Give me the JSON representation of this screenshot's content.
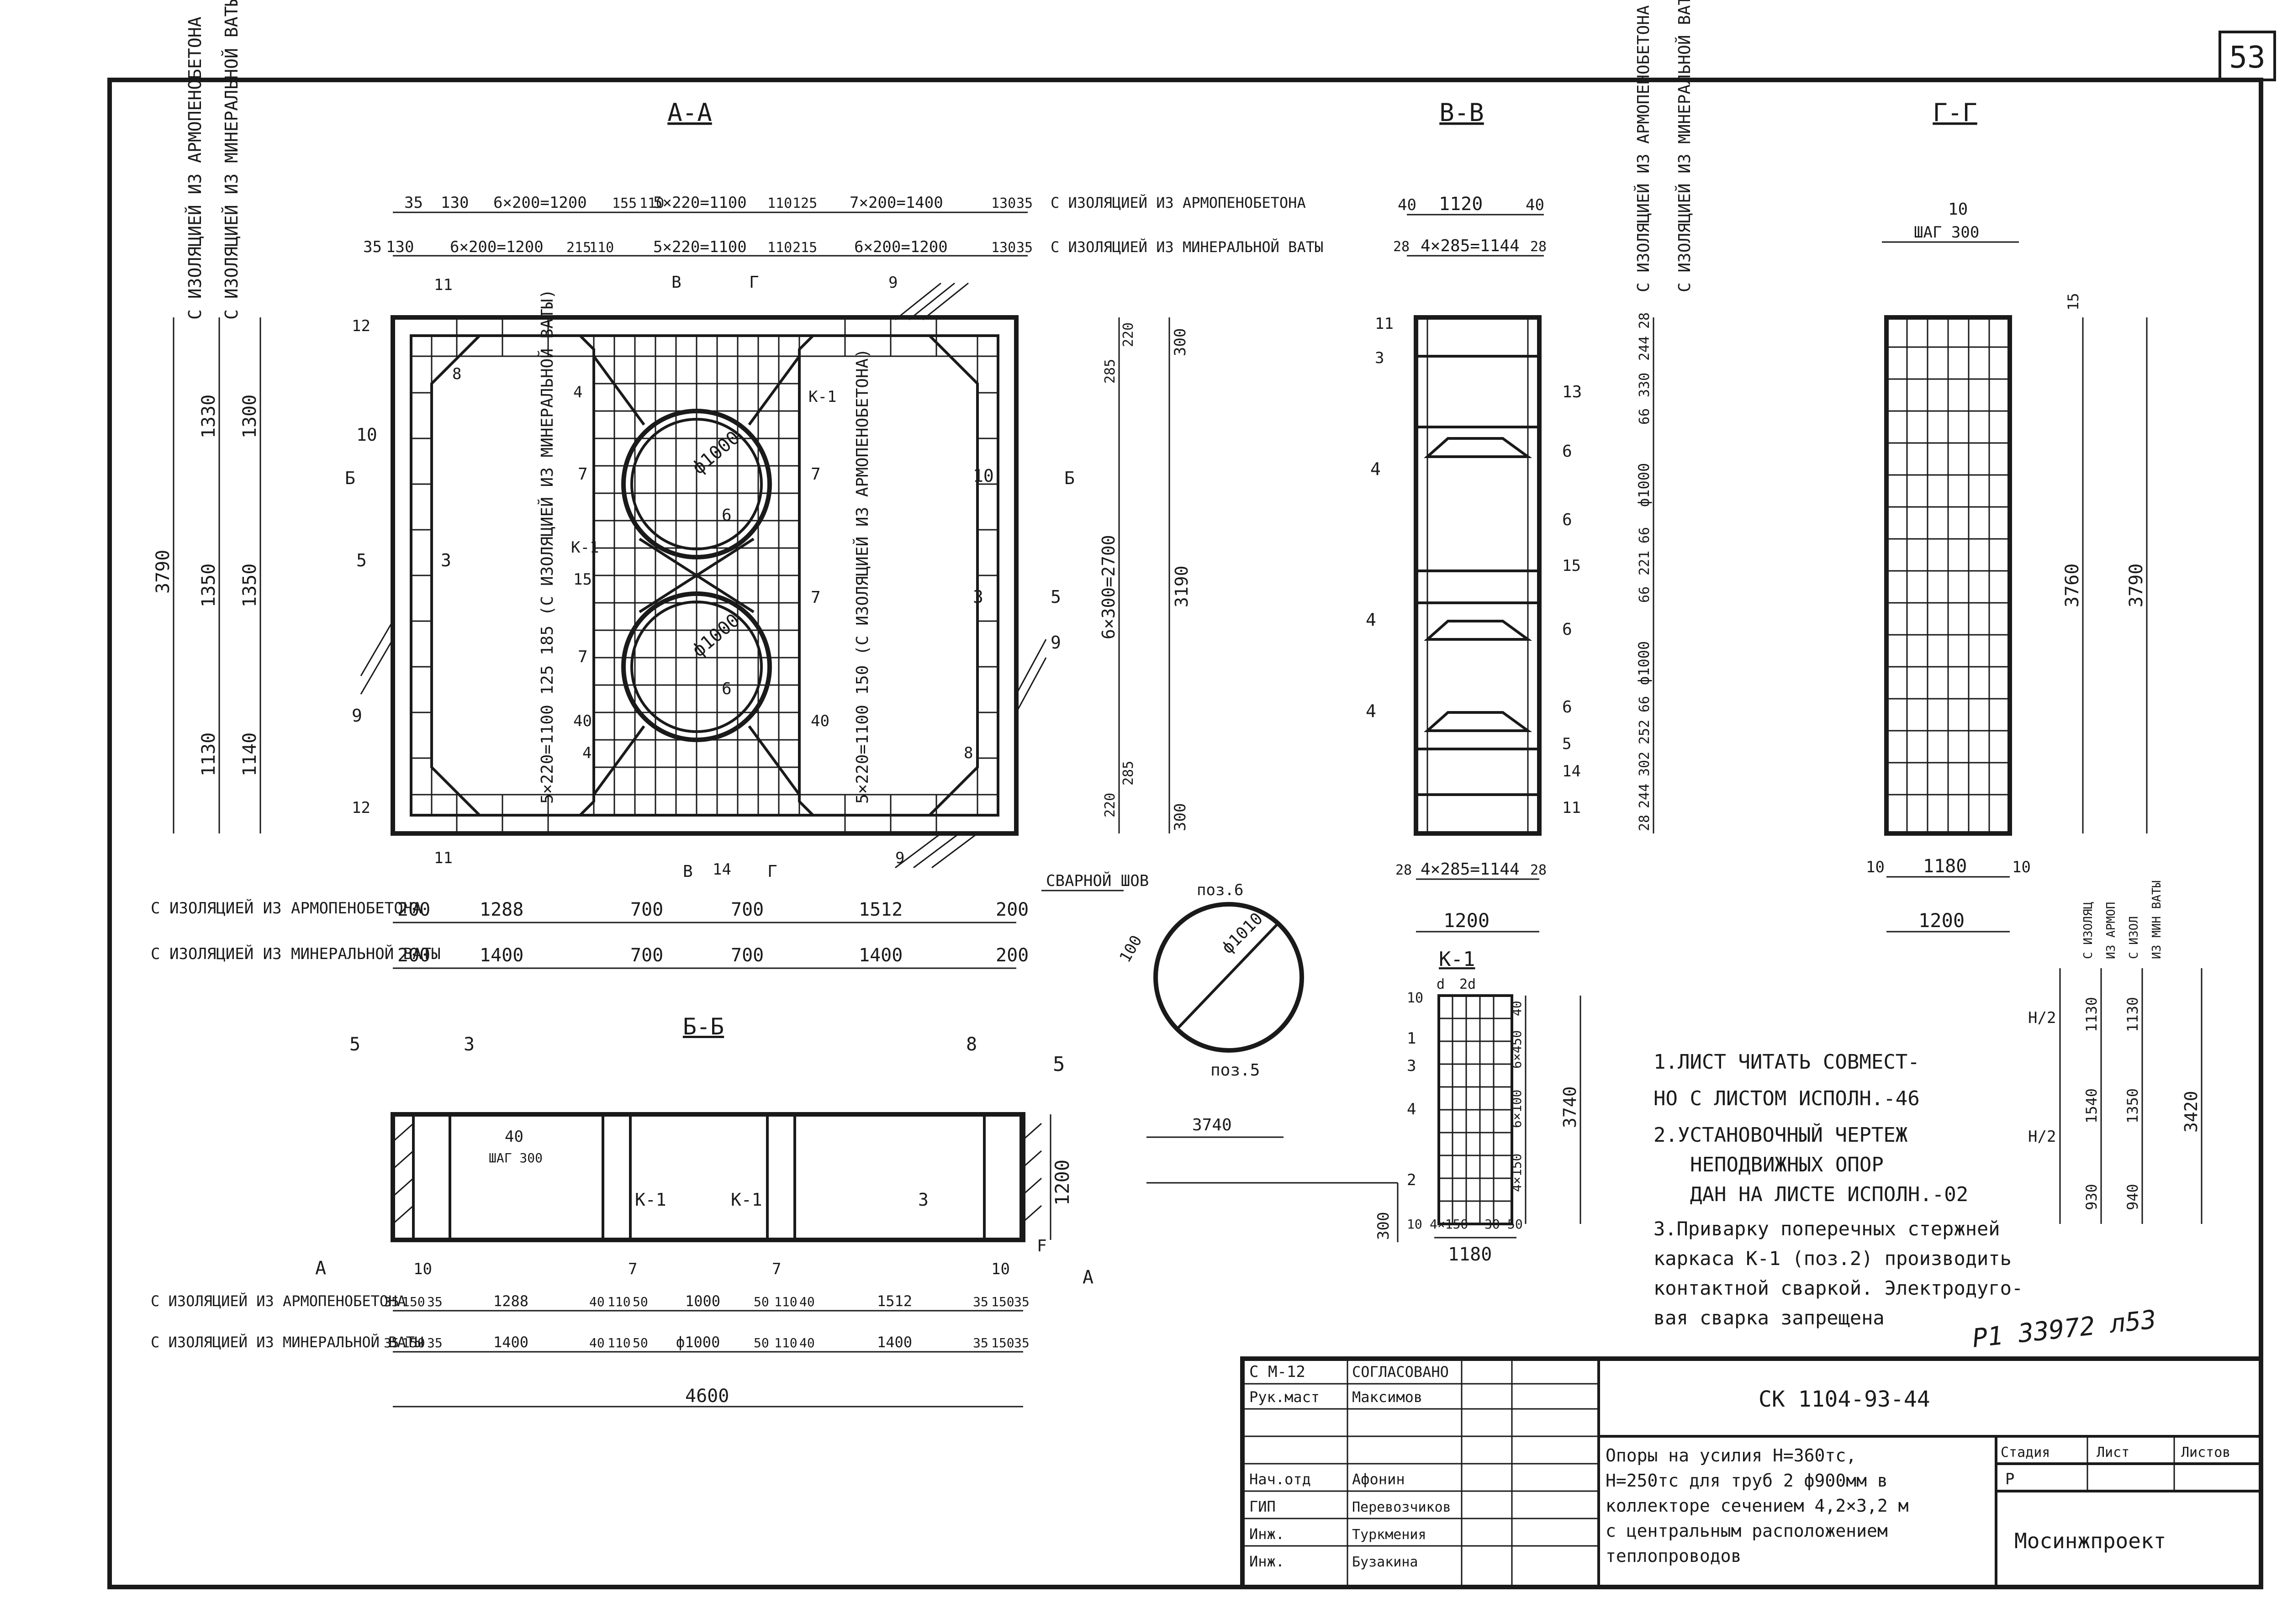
{
  "sheet_number": "53",
  "sections": {
    "a_a": "А-А",
    "v_v": "В-В",
    "g_g": "Г-Г",
    "b_b": "Б-Б",
    "k_1": "К-1"
  },
  "insulation_labels": {
    "armopenobeton": "С ИЗОЛЯЦИЕЙ ИЗ АРМОПЕНОБЕТОНА",
    "mineral_wool": "С ИЗОЛЯЦИЕЙ ИЗ МИНЕРАЛЬНОЙ ВАТЫ"
  },
  "a_a_dims": {
    "top1": [
      "35",
      "130",
      "6×200=1200",
      "155",
      "110",
      "5×220=1100",
      "110",
      "125",
      "7×200=1400",
      "130",
      "35"
    ],
    "top2": [
      "35",
      "130",
      "6×200=1200",
      "215",
      "110",
      "5×220=1100",
      "110",
      "215",
      "6×200=1200",
      "130",
      "35"
    ],
    "left": [
      "3790",
      "1330",
      "1300",
      "1350",
      "1350",
      "1130",
      "1140"
    ],
    "right": [
      "300",
      "285",
      "220",
      "6×300=2700",
      "3190",
      "220",
      "285",
      "300"
    ],
    "bot1": [
      "200",
      "1288",
      "700",
      "700",
      "1512",
      "200"
    ],
    "bot2": [
      "200",
      "1400",
      "700",
      "700",
      "1400",
      "200"
    ],
    "pipe_diam": "ф1000",
    "inner_text_1": "5×220=1100 125 185 (С ИЗОЛЯЦИЕЙ ИЗ МИНЕРАЛЬНОЙ ВАТЫ)",
    "inner_text_2": "5×220=1100 150 (С ИЗОЛЯЦИЕЙ ИЗ АРМОПЕНОБЕТОНА)",
    "marks": [
      "11",
      "12",
      "10",
      "5",
      "3",
      "9",
      "8",
      "4",
      "7",
      "К-1",
      "15",
      "40",
      "6",
      "14",
      "Б",
      "В",
      "Г"
    ]
  },
  "v_v_dims": {
    "top": [
      "40",
      "1120",
      "40"
    ],
    "top2": [
      "28",
      "4×285=1144",
      "28"
    ],
    "bottom": [
      "28",
      "4×285=1144",
      "28"
    ],
    "bottom2": "1200",
    "right": [
      "28",
      "244",
      "302",
      "252",
      "66",
      "ф1000",
      "66",
      "221",
      "66",
      "ф1000",
      "66",
      "330",
      "244",
      "28"
    ],
    "marks": [
      "11",
      "3",
      "4",
      "13",
      "6",
      "15",
      "6",
      "4",
      "6",
      "5",
      "14",
      "11"
    ]
  },
  "g_g_dims": {
    "top": "10",
    "step": "ШАГ 300",
    "right": [
      "15",
      "3760",
      "3790"
    ],
    "bottom": [
      "10",
      "1180",
      "10"
    ],
    "bottom2": "1200"
  },
  "b_b_dims": {
    "row1": [
      "35",
      "150",
      "35",
      "1288",
      "40",
      "110",
      "50",
      "1000",
      "50",
      "110",
      "40",
      "1512",
      "35",
      "150",
      "35"
    ],
    "row2": [
      "35",
      "150",
      "35",
      "1400",
      "40",
      "110",
      "50",
      "ф1000",
      "50",
      "110",
      "40",
      "1400",
      "35",
      "150",
      "35"
    ],
    "total": "4600",
    "height": "1200",
    "marks": [
      "5",
      "3",
      "8",
      "5",
      "40",
      "ШАГ 300",
      "К-1",
      "К-1",
      "3",
      "10",
      "7",
      "7",
      "10",
      "А",
      "А",
      "F"
    ]
  },
  "pos6": {
    "label": "поз.6",
    "weld": "СВАРНОЙ ШОВ",
    "dim": "100",
    "diam": "ф1010",
    "pos5": "поз.5"
  },
  "k1_dims": {
    "top": [
      "d",
      "2d"
    ],
    "left": [
      "10",
      "1",
      "3",
      "4",
      "2"
    ],
    "right": [
      "40",
      "6×450",
      "6×100",
      "3740",
      "4×150",
      "50"
    ],
    "bottom": [
      "10",
      "4×150",
      "30",
      "1180"
    ],
    "extra_dims": [
      "3740",
      "300"
    ]
  },
  "side_dims": {
    "h2": "Н/2",
    "h2b": "Н/2",
    "cols": [
      "1130",
      "1130",
      "1540",
      "1350",
      "930",
      "940",
      "3420"
    ],
    "labels": [
      "С ИЗОЛЯЦ",
      "ИЗ АРМОП",
      "С ИЗОЛ",
      "ИЗ МИН ВАТЫ"
    ]
  },
  "notes": [
    "1.ЛИСТ ЧИТАТЬ СОВМЕСТ-",
    "НО С ЛИСТОМ ИСПОЛН.-46",
    "2.УСТАНОВОЧНЫЙ ЧЕРТЕЖ",
    "НЕПОДВИЖНЫХ ОПОР",
    "ДАН НА ЛИСТЕ ИСПОЛН.-02",
    "3.Приварку поперечных стержней",
    "каркаса К-1 (поз.2) производить",
    "контактной сваркой. Электродуго-",
    "вая сварка запрещена"
  ],
  "stamp_handwritten": "Р1 33972 л53",
  "title_block": {
    "code": "СК 1104-93-44",
    "description": [
      "Опоры на усилия Н=360тс,",
      "Н=250тс для труб 2 ф900мм в",
      "коллекторе сечением 4,2×3,2 м",
      "с центральным расположением",
      "теплопроводов"
    ],
    "rows": [
      {
        "role": "С М-12",
        "name": "СОГЛАСОВАНО"
      },
      {
        "role": "Рук.маст",
        "name": "Максимов"
      },
      {
        "role": "",
        "name": ""
      },
      {
        "role": "Нач.отд",
        "name": "Афонин"
      },
      {
        "role": "ГИП",
        "name": "Перевозчиков"
      },
      {
        "role": "Инж.",
        "name": "Туркмения"
      },
      {
        "role": "Инж.",
        "name": "Бузакина"
      }
    ],
    "stage_header": "Стадия",
    "sheet_header": "Лист",
    "sheets_header": "Листов",
    "stage_value": "Р",
    "org": "Мосинжпроект"
  }
}
